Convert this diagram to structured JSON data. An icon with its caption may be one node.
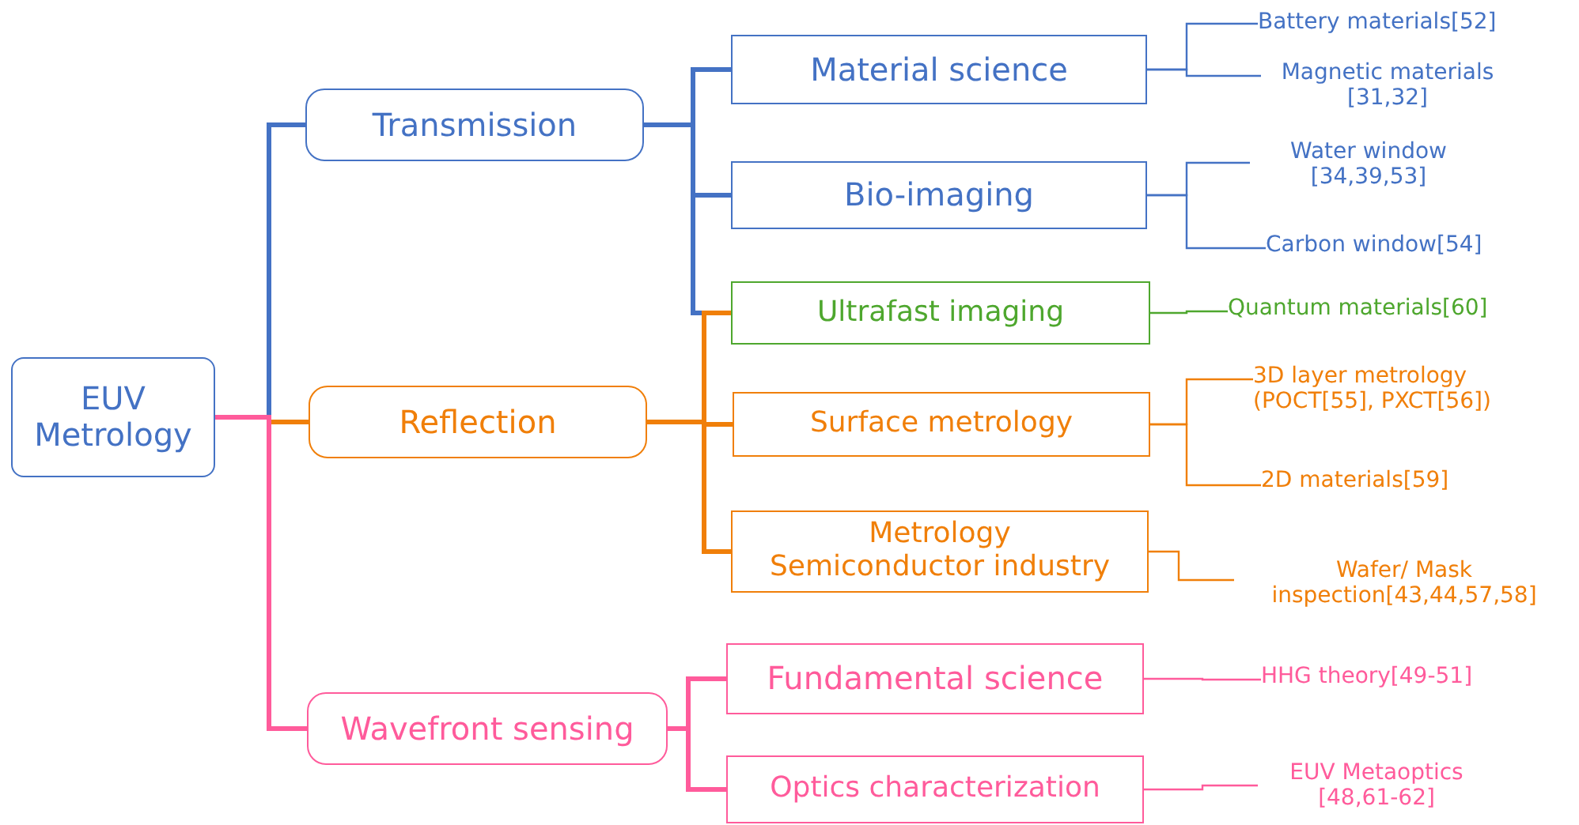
{
  "diagram": {
    "nodes": [
      {
        "text": [
          "EUV Metrology"
        ]
      },
      {
        "text": [
          "Transmission"
        ]
      },
      {
        "text": [
          "Reflection"
        ]
      },
      {
        "text": [
          "Wavefront sensing"
        ]
      },
      {
        "text": [
          "Material science"
        ]
      },
      {
        "text": [
          "Bio-imaging"
        ]
      },
      {
        "text": [
          "Ultrafast imaging"
        ]
      },
      {
        "text": [
          "Surface metrology"
        ]
      },
      {
        "text": [
          "Metrology Semiconductor industry"
        ]
      },
      {
        "text": [
          "Fundamental science"
        ]
      },
      {
        "text": [
          "Optics characterization"
        ]
      },
      {
        "text": [
          "Battery materials[52]"
        ]
      },
      {
        "text": [
          "Magnetic materials [31,32]"
        ]
      },
      {
        "text": [
          "Water window [34,39,53]"
        ]
      },
      {
        "text": [
          "Carbon window[54]"
        ]
      },
      {
        "text": [
          "Quantum materials[60]"
        ]
      },
      {
        "text": [
          "3D layer metrology (POCT[55], PXCT[56])"
        ]
      },
      {
        "text": [
          "2D materials[59]"
        ]
      },
      {
        "text": [
          "Wafer/ Mask inspection[43,44,57,58]"
        ]
      },
      {
        "text": [
          "HHG theory[49-51]"
        ]
      },
      {
        "text": [
          "EUV Metaoptics [48,61-62]"
        ]
      }
    ],
    "edges": [
      {
        "from": 0,
        "to": 1,
        "arrow": "none",
        "color": "#4472c4"
      },
      {
        "from": 0,
        "to": 2,
        "arrow": "none",
        "color": "#f07f09"
      },
      {
        "from": 0,
        "to": 3,
        "arrow": "none",
        "color": "#ff5b9b"
      },
      {
        "from": 1,
        "to": 4,
        "arrow": "none",
        "color": "#4472c4"
      },
      {
        "from": 1,
        "to": 5,
        "arrow": "none",
        "color": "#4472c4"
      },
      {
        "from": 1,
        "to": 6,
        "arrow": "none",
        "color": "#4472c4"
      },
      {
        "from": 2,
        "to": 6,
        "arrow": "none",
        "color": "#f07f09"
      },
      {
        "from": 2,
        "to": 7,
        "arrow": "none",
        "color": "#f07f09"
      },
      {
        "from": 2,
        "to": 8,
        "arrow": "none",
        "color": "#f07f09"
      },
      {
        "from": 3,
        "to": 9,
        "arrow": "none",
        "color": "#ff5b9b"
      },
      {
        "from": 3,
        "to": 10,
        "arrow": "none",
        "color": "#ff5b9b"
      },
      {
        "from": 4,
        "to": 11,
        "arrow": "none",
        "color": "#4472c4"
      },
      {
        "from": 4,
        "to": 12,
        "arrow": "none",
        "color": "#4472c4"
      },
      {
        "from": 5,
        "to": 13,
        "arrow": "none",
        "color": "#4472c4"
      },
      {
        "from": 5,
        "to": 14,
        "arrow": "none",
        "color": "#4472c4"
      },
      {
        "from": 6,
        "to": 15,
        "arrow": "none",
        "color": "#4ea72e"
      },
      {
        "from": 7,
        "to": 16,
        "arrow": "none",
        "color": "#f07f09"
      },
      {
        "from": 7,
        "to": 17,
        "arrow": "none",
        "color": "#f07f09"
      },
      {
        "from": 8,
        "to": 18,
        "arrow": "none",
        "color": "#f07f09"
      },
      {
        "from": 9,
        "to": 19,
        "arrow": "none",
        "color": "#ff5b9b"
      },
      {
        "from": 10,
        "to": 20,
        "arrow": "none",
        "color": "#ff5b9b"
      }
    ]
  }
}
